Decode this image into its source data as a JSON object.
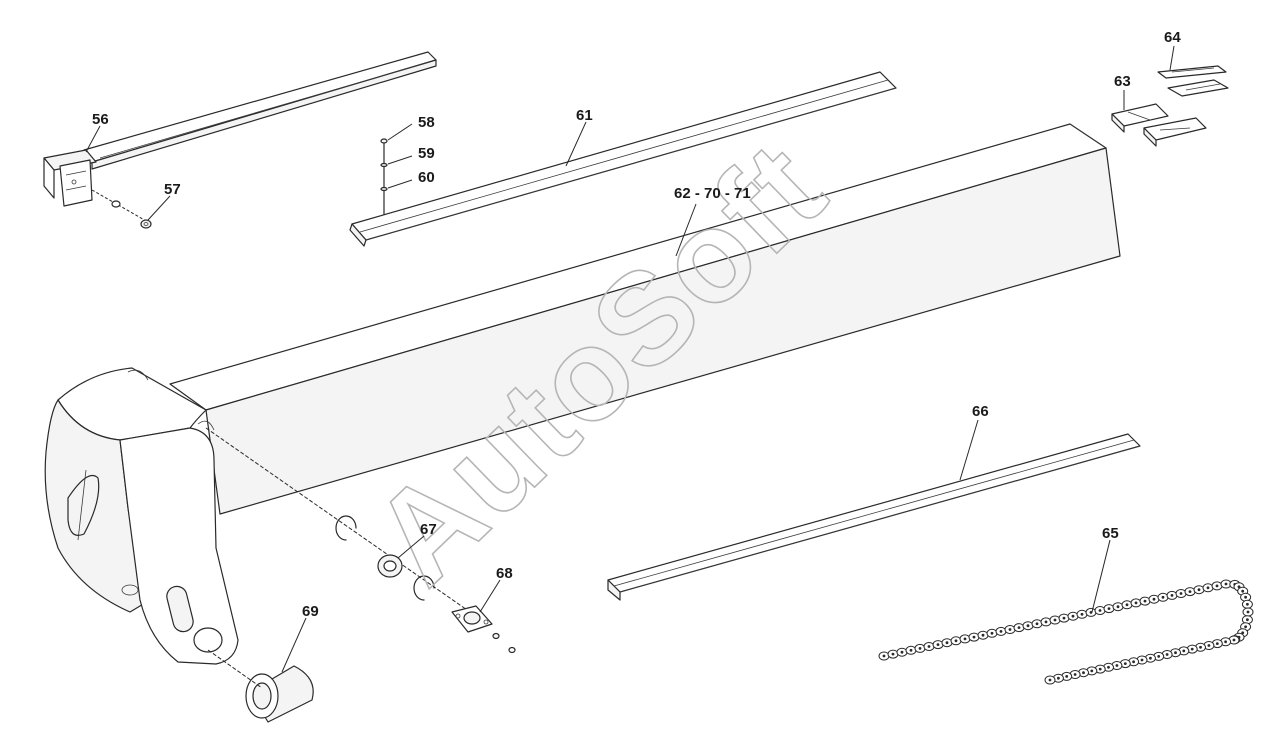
{
  "watermark": {
    "text": "AutoSoft"
  },
  "labels": {
    "l56": "56",
    "l57": "57",
    "l58": "58",
    "l59": "59",
    "l60": "60",
    "l61": "61",
    "l62": "62 - 70 - 71",
    "l63": "63",
    "l64": "64",
    "l65": "65",
    "l66": "66",
    "l67": "67",
    "l68": "68",
    "l69": "69"
  }
}
